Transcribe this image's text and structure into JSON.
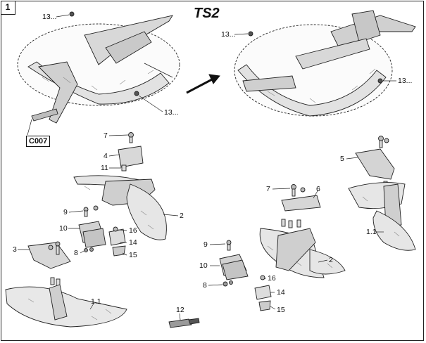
{
  "page_number": "1",
  "title": "TS2",
  "variant_code": "C007",
  "callouts": {
    "c13_top_left": "13...",
    "c13_bottom_left": "13...",
    "c13_top_right": "13...",
    "c13_right": "13...",
    "c7_left": "7",
    "c4": "4",
    "c11": "11",
    "c2_left": "2",
    "c9_left": "9",
    "c10_left": "10",
    "c16_left": "16",
    "c14_left": "14",
    "c3": "3",
    "c8_left": "8",
    "c15_left": "15",
    "c1_1_left": "1.1",
    "c12": "12",
    "c5": "5",
    "c7_right": "7",
    "c6": "6",
    "c1_1_right": "1.1",
    "c9_right": "9",
    "c2_right": "2",
    "c10_right": "10",
    "c16_right": "16",
    "c8_right": "8",
    "c14_right": "14",
    "c15_right": "15"
  }
}
